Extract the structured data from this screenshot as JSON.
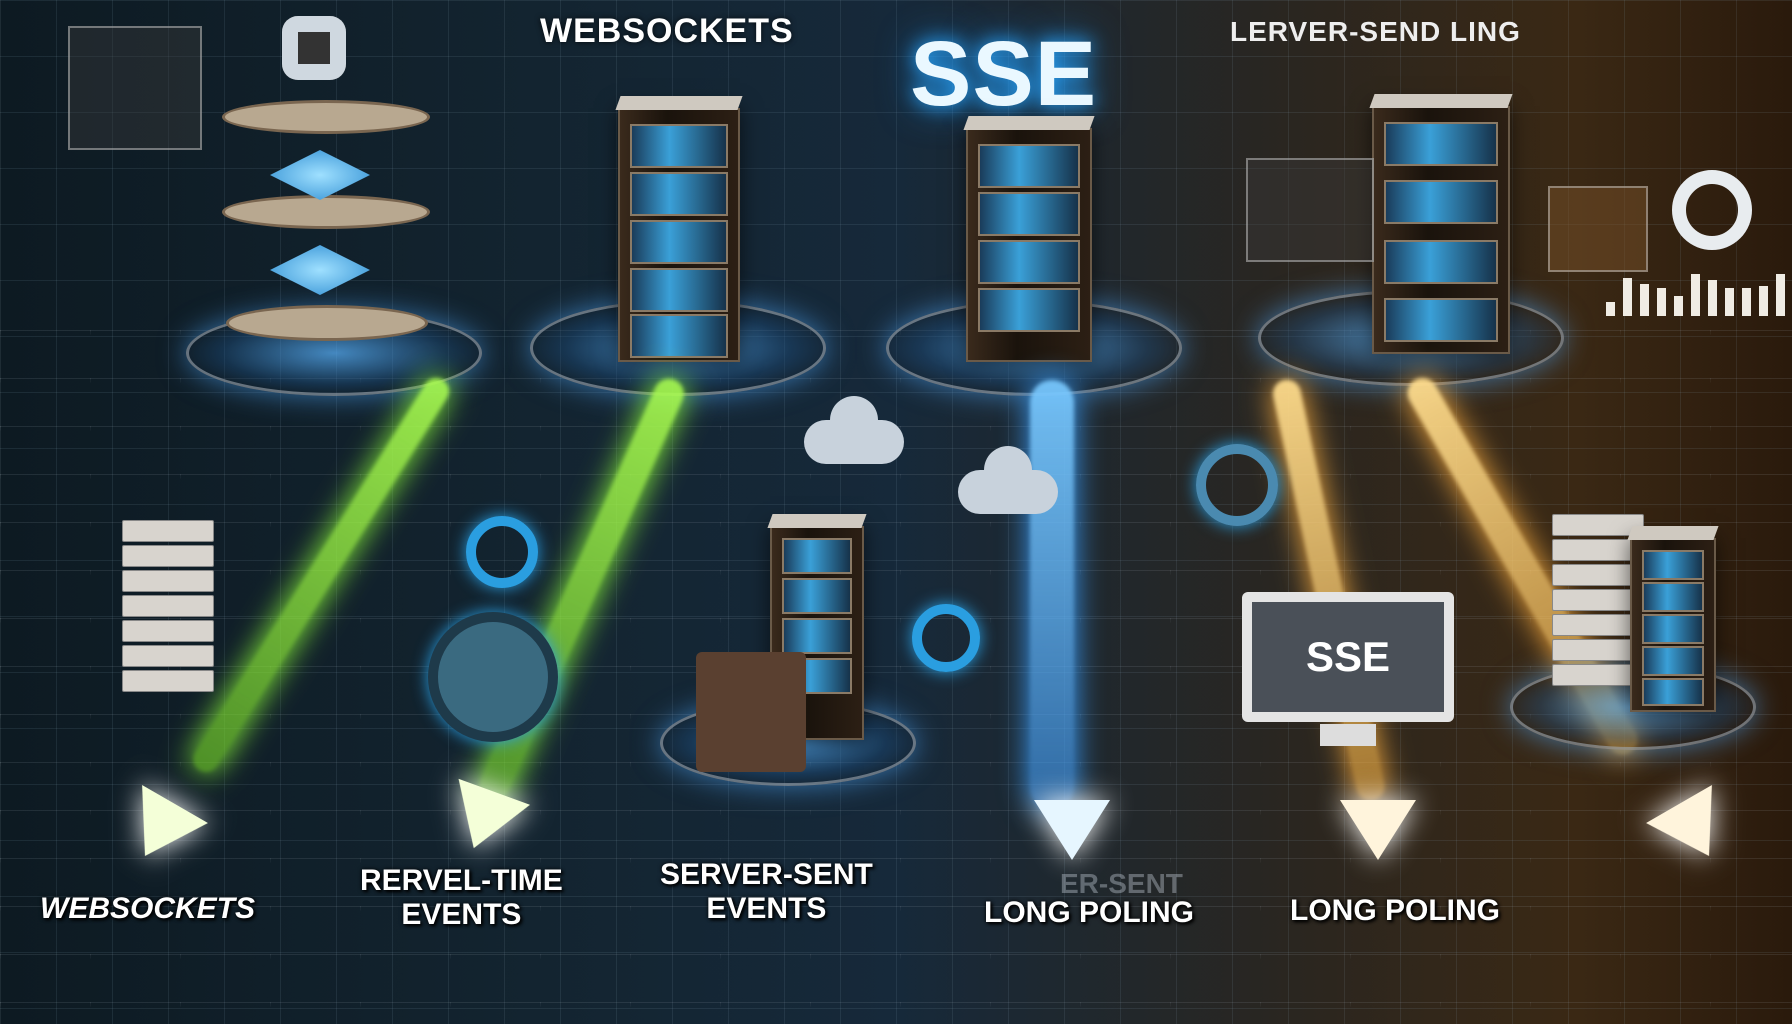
{
  "header": {
    "websockets_title": "WEBSOCKETS",
    "sse_title": "SSE",
    "server_send_title": "LERVER-SEND  LING"
  },
  "columns": [
    {
      "label_line1": "WEBSOCKETS",
      "label_line2": "",
      "beam_color": "#8fff3a"
    },
    {
      "label_line1": "RERVEL-TIME",
      "label_line2": "EVENTS",
      "beam_color": "#8fff3a"
    },
    {
      "label_line1": "SERVER-SENT",
      "label_line2": "EVENTS",
      "beam_color": "#3aa0ff"
    },
    {
      "label_line1": "LONG POLING",
      "label_line2": "",
      "ghost_text": "ER-SENT",
      "beam_color": "#3aa0ff"
    },
    {
      "label_line1": "LONG POLING",
      "label_line2": "",
      "beam_color": "#ffb040"
    }
  ],
  "monitor": {
    "screen_text": "SSE"
  },
  "colors": {
    "green_beam": "#8fff3a",
    "blue_beam": "#3aa0ff",
    "orange_beam": "#ffb040",
    "sse_glow": "#2aa8ff"
  }
}
